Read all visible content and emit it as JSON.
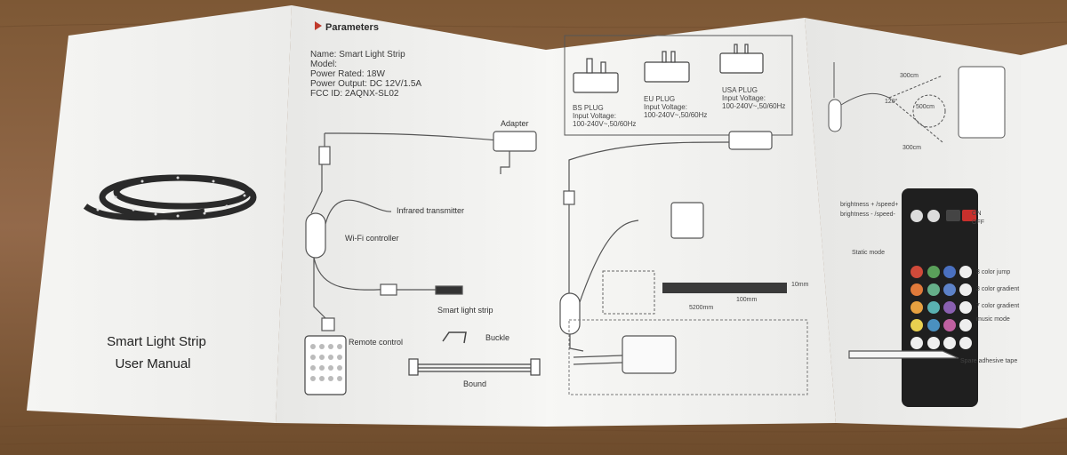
{
  "cover": {
    "title_line1": "Smart Light Strip",
    "title_line2": "User Manual"
  },
  "parameters": {
    "heading": "Parameters",
    "name": "Name: Smart Light  Strip",
    "model": "Model:",
    "power_rated": "Power Rated: 18W",
    "power_output": "Power Output: DC 12V/1.5A",
    "fcc_id": "FCC ID: 2AQNX-SL02"
  },
  "labels": {
    "adapter": "Adapter",
    "infrared_transmitter": "Infrared transmitter",
    "wifi_controller": "Wi-Fi controller",
    "smart_light_strip": "Smart light strip",
    "remote_control": "Remote control",
    "buckle": "Buckle",
    "bound": "Bound"
  },
  "plugs": {
    "bs": {
      "name": "BS PLUG",
      "input": "Input Voltage:",
      "range": "100-240V~,50/60Hz"
    },
    "eu": {
      "name": "EU PLUG",
      "input": "Input Voltage:",
      "range": "100-240V~,50/60Hz"
    },
    "usa": {
      "name": "USA PLUG",
      "input": "Input Voltage:",
      "range": "100-240V~,50/60Hz"
    }
  },
  "strip_dims": {
    "width": "10mm",
    "segment": "100mm",
    "length": "5200mm"
  },
  "range": {
    "dist1": "300cm",
    "angle": "120°",
    "dist2": "500cm",
    "dist3": "300cm"
  },
  "remote": {
    "brightness_up": "brightness + /speed+",
    "brightness_down": "brightness - /speed-",
    "on": "ON",
    "off": "OFF",
    "static_mode": "Static mode",
    "color_jump": "3 color jump",
    "gradient3": "3 color gradient",
    "gradient7": "7 color gradient",
    "music_mode": "music mode"
  },
  "tape": {
    "spare_tape": "Spare adhesive tape"
  },
  "colors": {
    "wood": "#8a6440",
    "paper": "#f3f3f1",
    "ink": "#444444",
    "accent_red": "#c0392b"
  }
}
